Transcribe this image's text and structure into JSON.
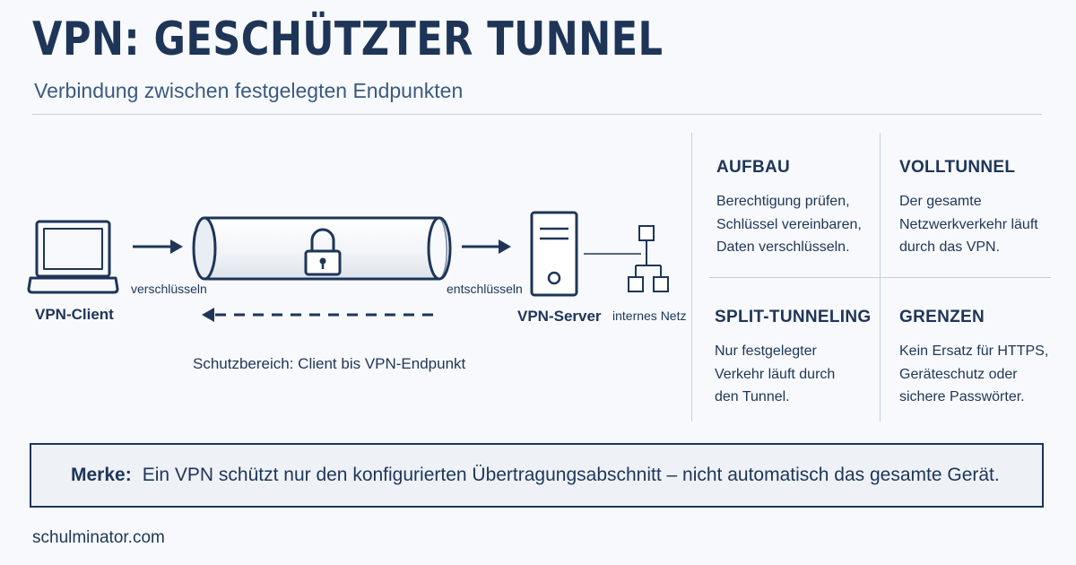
{
  "header": {
    "title": "VPN: GESCHÜTZTER TUNNEL",
    "subtitle": "Verbindung zwischen festgelegten Endpunkten"
  },
  "diagram": {
    "client_label": "VPN-Client",
    "encrypt_label": "verschlüsseln",
    "decrypt_label": "entschlüsseln",
    "server_label": "VPN-Server",
    "internal_network_label": "internes Netz",
    "scope_label": "Schutzbereich: Client bis VPN-Endpunkt",
    "icons": [
      "laptop-icon",
      "tunnel-icon",
      "padlock-icon",
      "server-icon",
      "network-tree-icon",
      "arrow-right-icon",
      "dashed-arrow-left-icon"
    ]
  },
  "cards": [
    {
      "title": "AUFBAU",
      "lines": [
        "Berechtigung prüfen,",
        "Schlüssel vereinbaren,",
        "Daten verschlüsseln."
      ]
    },
    {
      "title": "VOLLTUNNEL",
      "lines": [
        "Der gesamte",
        "Netzwerkverkehr läuft",
        "durch das VPN."
      ]
    },
    {
      "title": "SPLIT-TUNNELING",
      "lines": [
        "Nur festgelegter",
        "Verkehr läuft durch",
        "den Tunnel."
      ]
    },
    {
      "title": "GRENZEN",
      "lines": [
        "Kein Ersatz für HTTPS,",
        "Geräteschutz oder",
        "sichere Passwörter."
      ]
    }
  ],
  "note": {
    "label": "Merke:",
    "text": "Ein VPN schützt nur den konfigurierten Übertragungsabschnitt – nicht automatisch das gesamte Gerät."
  },
  "footer": {
    "source": "schulminator.com"
  },
  "colors": {
    "primary": "#1e3558",
    "background": "#f7f9fc",
    "divider": "#c7d0dc",
    "note_background": "#eef2f7"
  }
}
